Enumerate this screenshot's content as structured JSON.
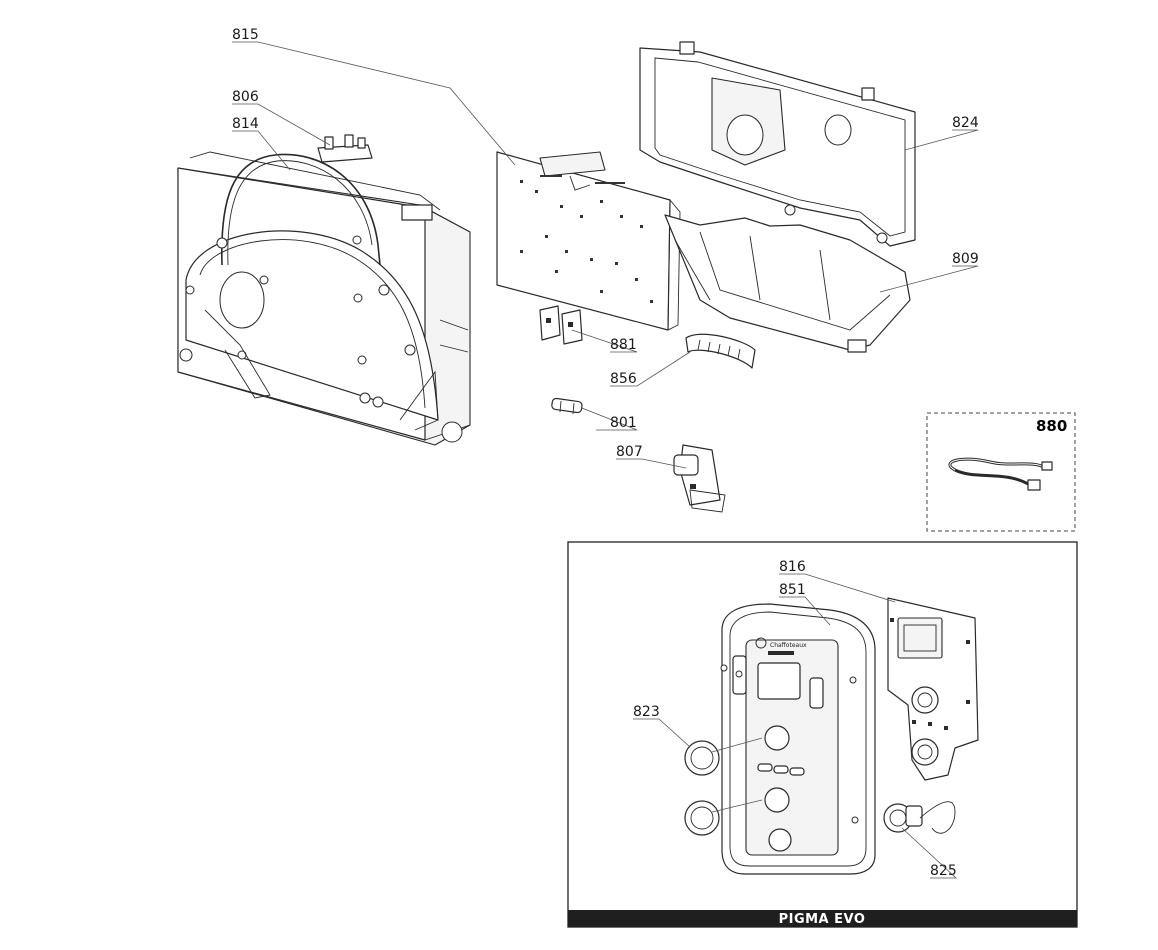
{
  "parts": [
    {
      "ref": "815"
    },
    {
      "ref": "806"
    },
    {
      "ref": "814"
    },
    {
      "ref": "824"
    },
    {
      "ref": "809"
    },
    {
      "ref": "881"
    },
    {
      "ref": "856"
    },
    {
      "ref": "801"
    },
    {
      "ref": "807"
    },
    {
      "ref": "880"
    },
    {
      "ref": "816"
    },
    {
      "ref": "851"
    },
    {
      "ref": "823"
    },
    {
      "ref": "825"
    }
  ],
  "inset": {
    "banner": "PIGMA EVO"
  },
  "panel": {
    "brand": "Chaffoteaux"
  },
  "colors": {
    "line": "#2a2a2a",
    "banner_bg": "#1f1f1f",
    "banner_text": "#ffffff"
  }
}
